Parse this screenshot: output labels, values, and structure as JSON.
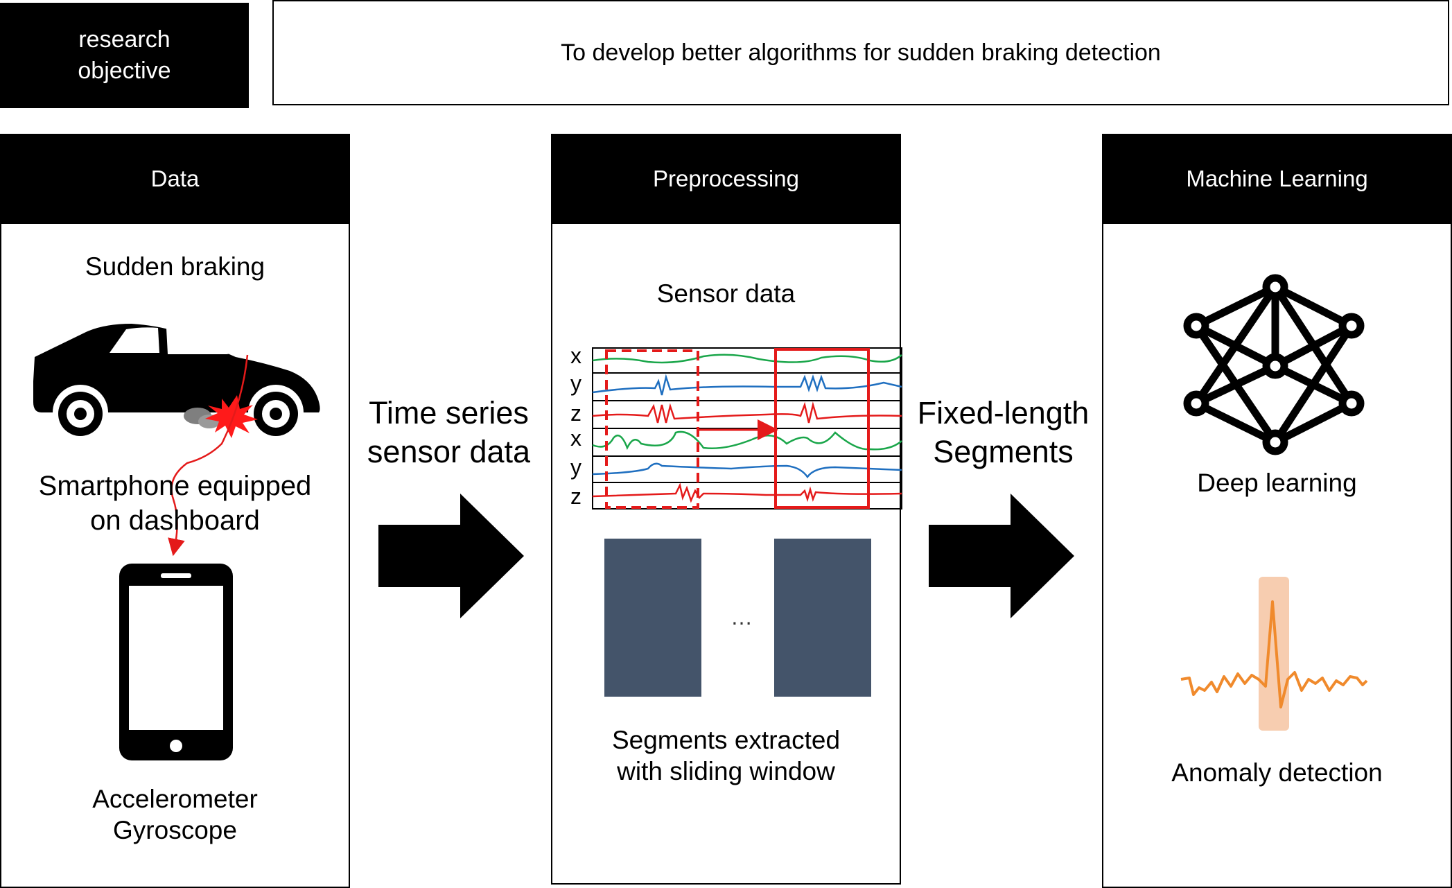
{
  "objective": {
    "tag": "research objective",
    "text": "To develop better algorithms for sudden braking detection"
  },
  "panels": {
    "data": {
      "header": "Data",
      "sudden_braking": "Sudden braking",
      "smartphone_line1": "Smartphone equipped",
      "smartphone_line2": "on dashboard",
      "sensors_line1": "Accelerometer",
      "sensors_line2": "Gyroscope"
    },
    "preprocessing": {
      "header": "Preprocessing",
      "sensor_data": "Sensor data",
      "axes": [
        "x",
        "y",
        "z",
        "x",
        "y",
        "z"
      ],
      "ellipsis": "…",
      "segments_line1": "Segments extracted",
      "segments_line2": "with sliding window"
    },
    "ml": {
      "header": "Machine Learning",
      "deep_learning": "Deep learning",
      "anomaly_detection": "Anomaly detection"
    }
  },
  "arrows": {
    "first_line1": "Time series",
    "first_line2": "sensor data",
    "second_line1": "Fixed-length",
    "second_line2": "Segments"
  },
  "icons": [
    "car-icon",
    "smartphone-icon",
    "neural-network-icon",
    "anomaly-signal-icon",
    "right-arrow-icon"
  ],
  "colors": {
    "signal_green": "#1aa64a",
    "signal_blue": "#1f6fc0",
    "signal_red": "#e41a1a",
    "segment_block": "#44546a",
    "anomaly_orange": "#f08a2c",
    "anomaly_band": "#f7cdb0"
  }
}
